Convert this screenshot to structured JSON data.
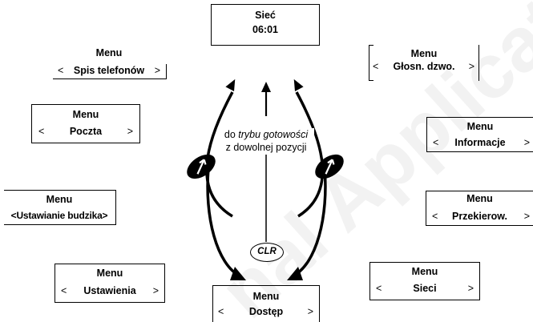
{
  "top": {
    "title": "Sieć",
    "value": "06:01"
  },
  "menus": [
    {
      "title": "Menu",
      "left": "<",
      "label": "Spis telefonów",
      "right": ">"
    },
    {
      "title": "Menu",
      "left": "<",
      "label": "Głosn. dzwo.",
      "right": ">"
    },
    {
      "title": "Menu",
      "left": "<",
      "label": "Poczta",
      "right": ">"
    },
    {
      "title": "Menu",
      "left": "<",
      "label": "Informacje",
      "right": ">"
    },
    {
      "title": "Menu",
      "label": "<Ustawianie budzika>"
    },
    {
      "title": "Menu",
      "left": "<",
      "label": "Przekierow.",
      "right": ">"
    },
    {
      "title": "Menu",
      "left": "<",
      "label": "Ustawienia",
      "right": ">"
    },
    {
      "title": "Menu",
      "left": "<",
      "label": "Sieci",
      "right": ">"
    },
    {
      "title": "Menu",
      "left": "<",
      "label": "Dostęp",
      "right": ">"
    }
  ],
  "center": {
    "line1_prefix": "do ",
    "line1_italic": "trybu gotowości",
    "line2": "z dowolnej pozycji",
    "clr_label": "CLR"
  },
  "watermark": "nal Applications AB"
}
